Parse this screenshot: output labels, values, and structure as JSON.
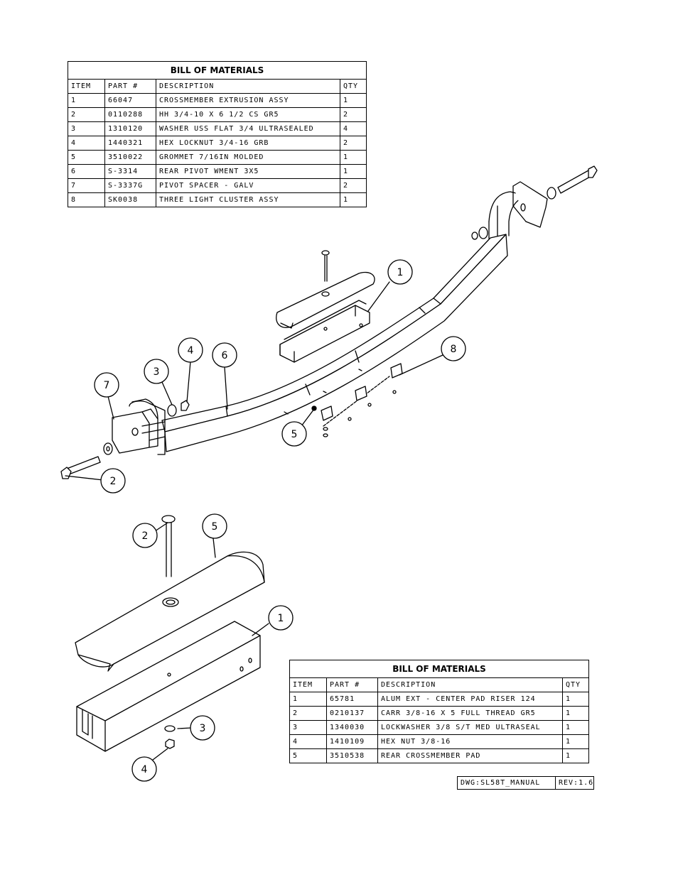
{
  "bom_top": {
    "title": "BILL OF MATERIALS",
    "headers": [
      "ITEM",
      "PART #",
      "DESCRIPTION",
      "QTY"
    ],
    "rows": [
      [
        "1",
        "66047",
        "CROSSMEMBER EXTRUSION ASSY",
        "1"
      ],
      [
        "2",
        "0110288",
        "HH 3/4-10 X 6 1/2 CS GR5",
        "2"
      ],
      [
        "3",
        "1310120",
        "WASHER USS FLAT 3/4 ULTRASEALED",
        "4"
      ],
      [
        "4",
        "1440321",
        "HEX LOCKNUT 3/4-16 GRB",
        "2"
      ],
      [
        "5",
        "3510022",
        "GROMMET  7/16IN MOLDED",
        "1"
      ],
      [
        "6",
        "S-3314",
        "REAR PIVOT WMENT 3X5",
        "1"
      ],
      [
        "7",
        "S-3337G",
        "PIVOT SPACER - GALV",
        "2"
      ],
      [
        "8",
        "SK0038",
        "THREE LIGHT CLUSTER ASSY",
        "1"
      ]
    ]
  },
  "bom_bottom": {
    "title": "BILL OF MATERIALS",
    "headers": [
      "ITEM",
      "PART #",
      "DESCRIPTION",
      "QTY"
    ],
    "rows": [
      [
        "1",
        "65781",
        "ALUM EXT - CENTER PAD RISER 124",
        "1"
      ],
      [
        "2",
        "0210137",
        "CARR 3/8-16 X 5 FULL THREAD GR5",
        "1"
      ],
      [
        "3",
        "1340030",
        "LOCKWASHER 3/8 S/T MED ULTRASEAL",
        "1"
      ],
      [
        "4",
        "1410109",
        "HEX NUT 3/8-16",
        "1"
      ],
      [
        "5",
        "3510538",
        "REAR CROSSMEMBER PAD",
        "1"
      ]
    ]
  },
  "title_block": {
    "dwg": "DWG:SL58T_MANUAL",
    "rev": "REV:1.6"
  },
  "balloons_top": [
    "1",
    "2",
    "3",
    "4",
    "5",
    "6",
    "7",
    "8"
  ],
  "balloons_bottom": [
    "1",
    "2",
    "3",
    "4",
    "5"
  ]
}
